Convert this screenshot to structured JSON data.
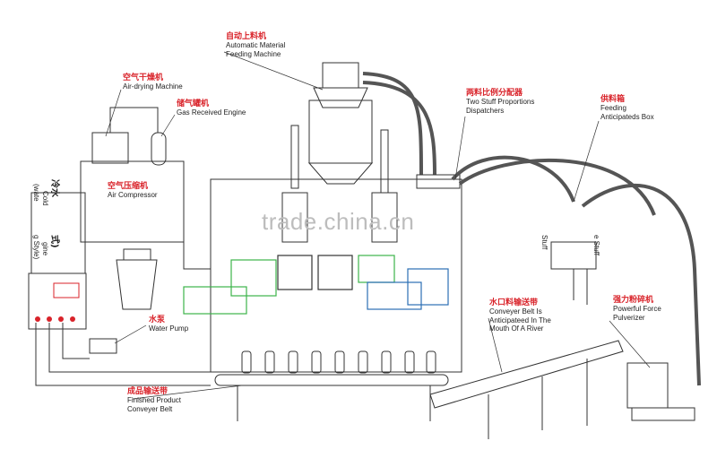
{
  "labels": {
    "feeding_machine": {
      "cn": "自动上料机",
      "en1": "Automatic Material",
      "en2": "Feeding Machine"
    },
    "air_drying": {
      "cn": "空气干燥机",
      "en": "Air-drying Machine"
    },
    "gas_received": {
      "cn": "储气罐机",
      "en": "Gas Received Engine"
    },
    "air_compressor": {
      "cn": "空气压缩机",
      "en": "Air Compressor"
    },
    "dispatchers": {
      "cn": "两料比例分配器",
      "en1": "Two Stuff Proportions",
      "en2": "Dispatchers"
    },
    "feeding_box": {
      "cn": "供料箱",
      "en1": "Feeding",
      "en2": "Anticipateds Box"
    },
    "water_pump": {
      "cn": "水泵",
      "en": "Water Pump"
    },
    "conveyer_river": {
      "cn": "水口料输送带",
      "en1": "Conveyer  Belt Is",
      "en2": "Anticipateed In The",
      "en3": "Mouth Of A River"
    },
    "pulverizer": {
      "cn": "强力粉碎机",
      "en1": "Powerful Force",
      "en2": "Pulverizer"
    },
    "finished_belt": {
      "cn": "成品输送带",
      "en1": "Finished Product",
      "en2": "Conveyer Belt"
    },
    "cold_water": {
      "cn": "冷水",
      "v1": "Cold",
      "v2": "(wate",
      "v3": "gine",
      "v4": "g Style)",
      "cn2": "式)"
    },
    "stuff_left": "Stuff",
    "stuff_right": "e Stuff"
  },
  "watermark": "trade.china.cn",
  "colors": {
    "label_cn": "#d9232a",
    "line": "#333333",
    "mold_green": "#3cb34a",
    "mold_blue": "#2b6fb5",
    "pipe": "#555555"
  }
}
